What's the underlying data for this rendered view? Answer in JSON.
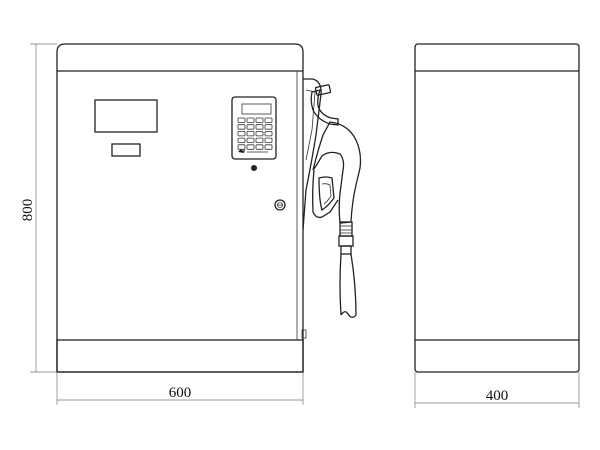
{
  "figure": {
    "height_label": "800",
    "front_width_label": "600",
    "side_depth_label": "400"
  },
  "colors": {
    "line": "#222222",
    "dimension_line": "#777777",
    "background": "#ffffff"
  }
}
